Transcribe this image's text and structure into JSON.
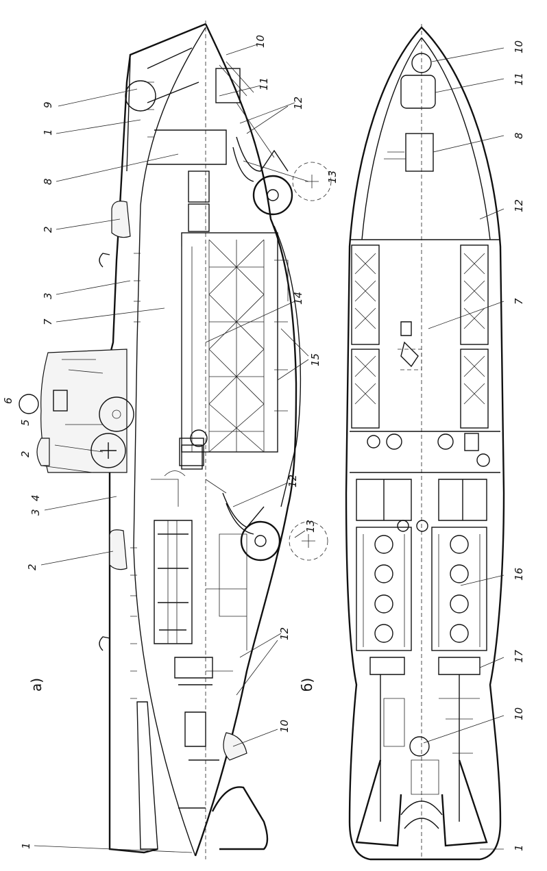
{
  "views": {
    "a_label": "а)",
    "b_label": "б)"
  },
  "callouts_side": {
    "n9": "9",
    "n1_top": "1",
    "n8": "8",
    "n2_top": "2",
    "n3_top": "3",
    "n7": "7",
    "n6": "6",
    "n5": "5",
    "n2_mid": "2",
    "n4": "4",
    "n3_mid": "3",
    "n2_bot": "2",
    "n1_bot": "1",
    "n10_top": "10",
    "n11": "11",
    "n12_top": "12",
    "n13_top": "13",
    "n14": "14",
    "n15": "15",
    "n12_mid": "12",
    "n13_mid": "13",
    "n12_bot": "12",
    "n10_bot": "10"
  },
  "callouts_plan": {
    "n10_top": "10",
    "n11": "11",
    "n8": "8",
    "n12": "12",
    "n7": "7",
    "n16": "16",
    "n17": "17",
    "n10_bot": "10",
    "n1": "1"
  }
}
